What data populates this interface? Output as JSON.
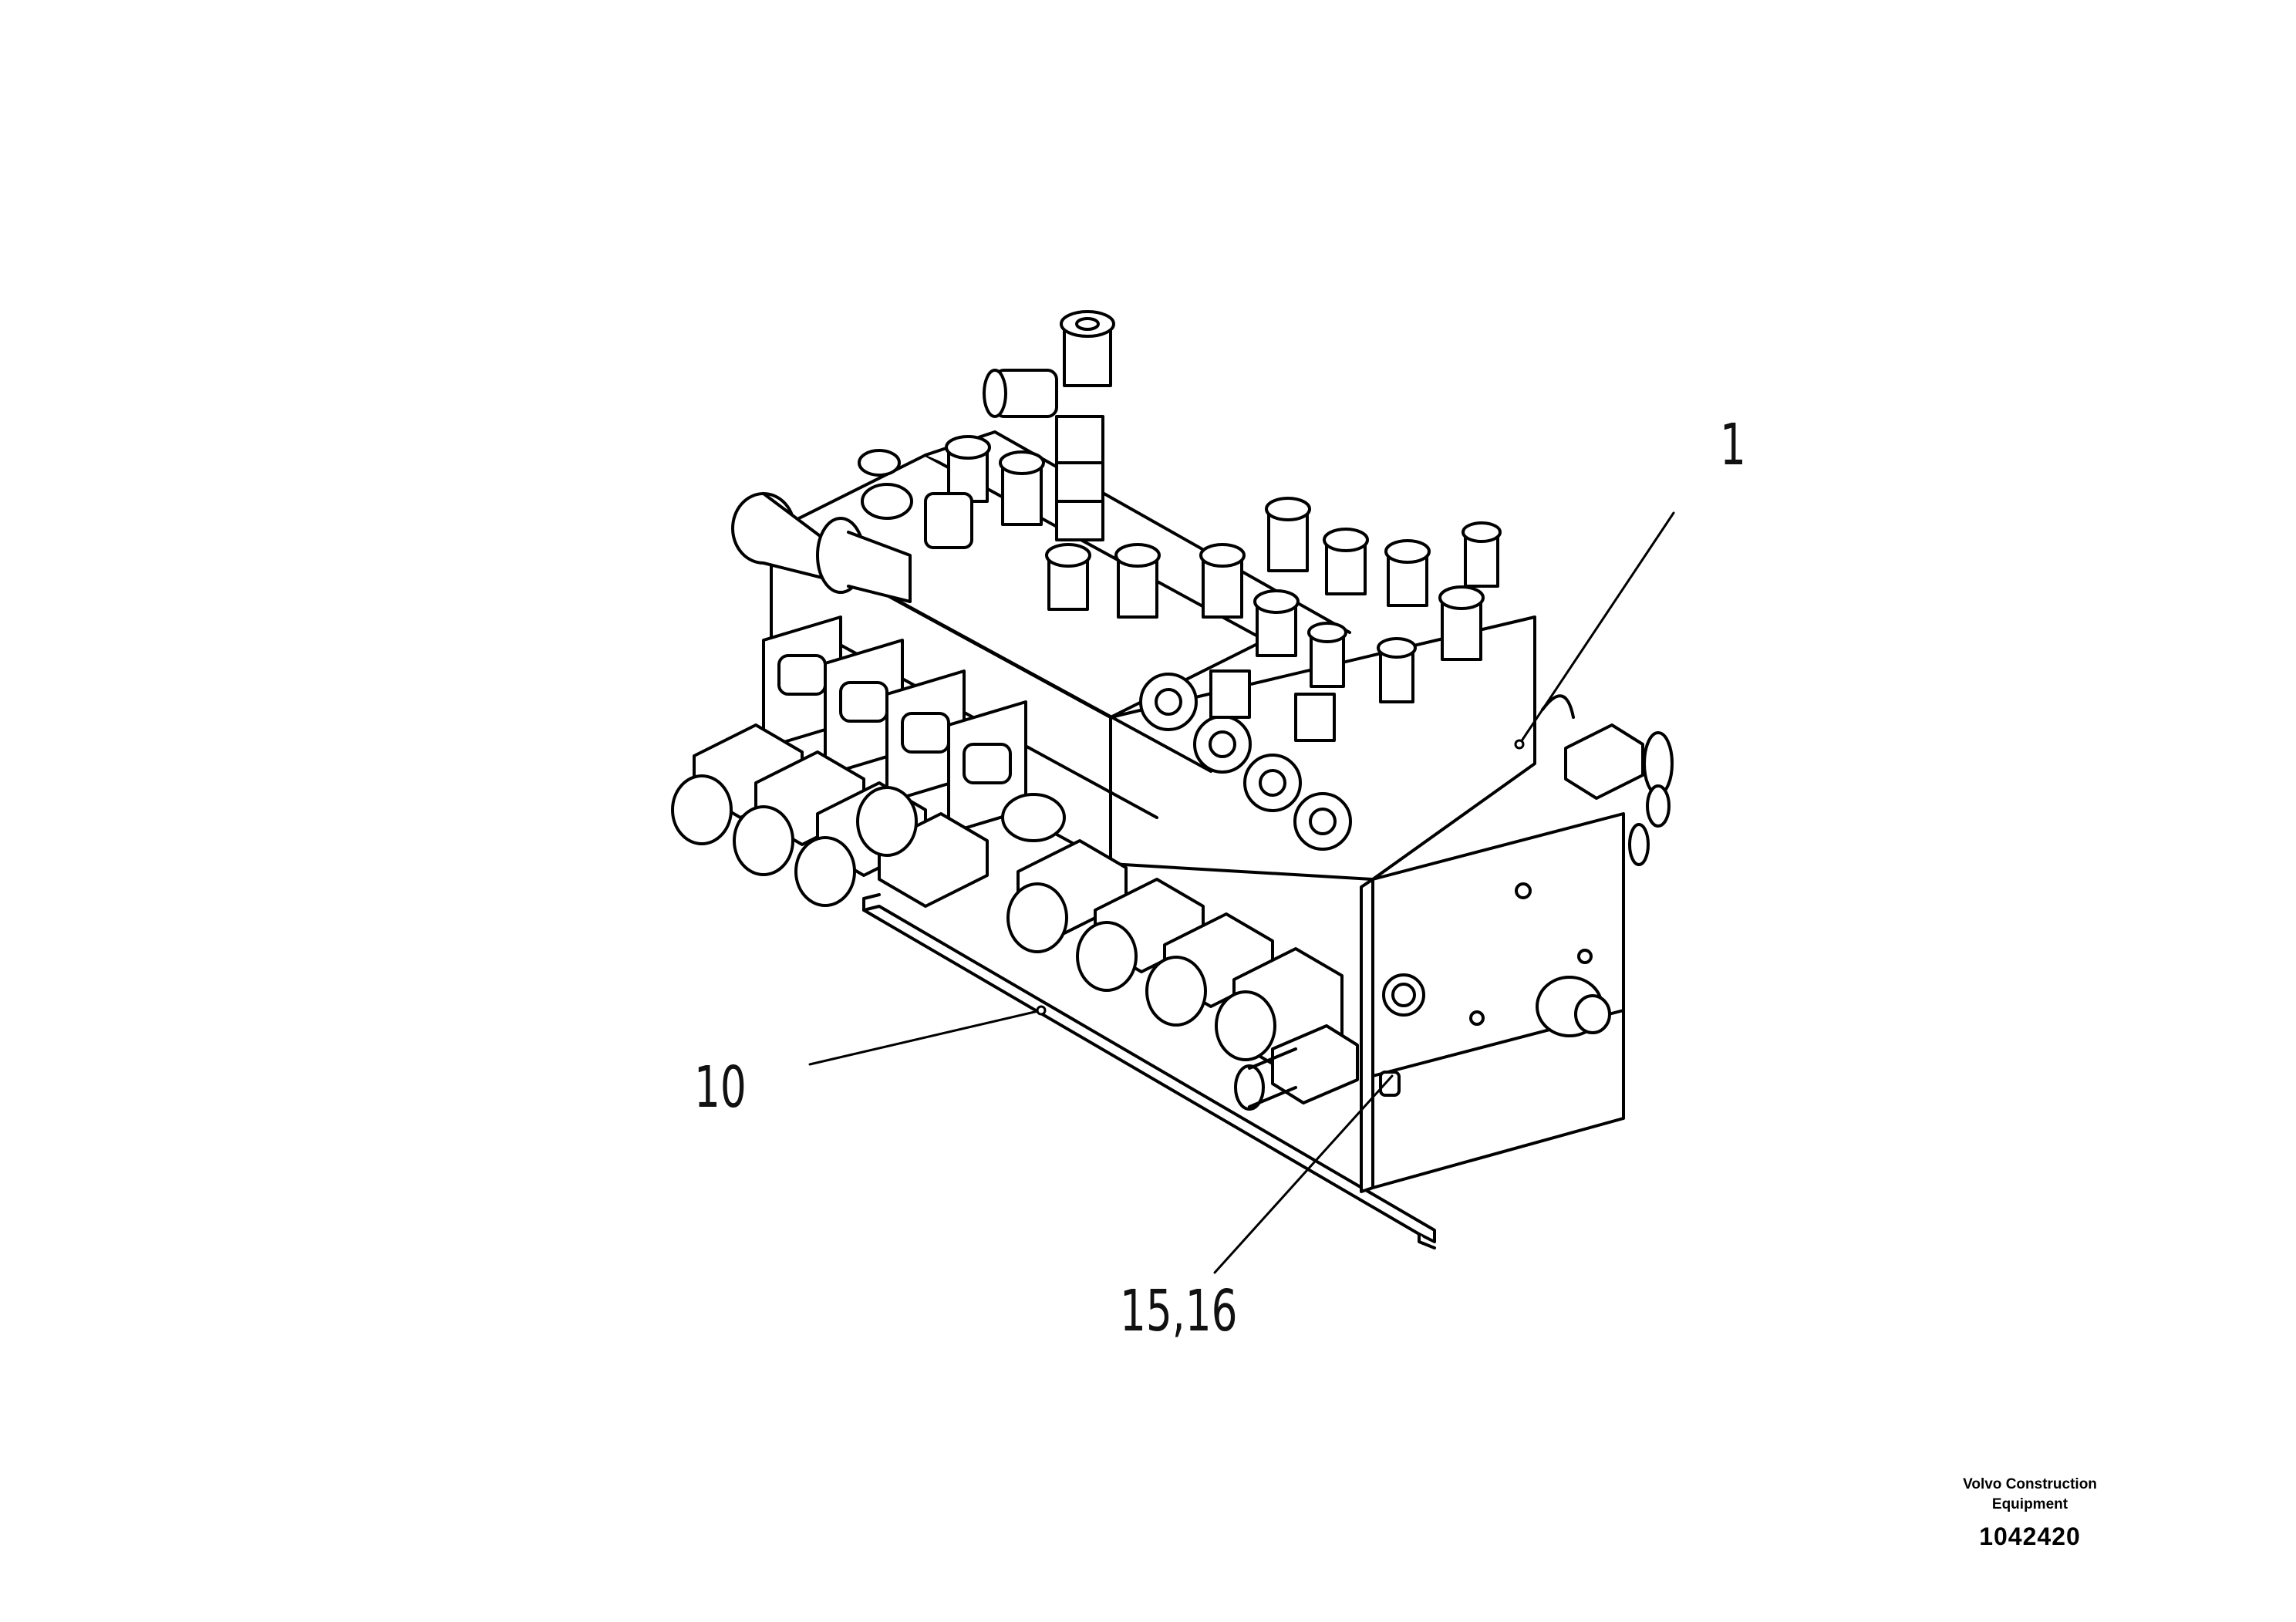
{
  "callouts": {
    "part_1": "1",
    "part_10": "10",
    "part_15_16": "15,16"
  },
  "footer": {
    "brand_line1": "Volvo Construction",
    "brand_line2": "Equipment",
    "drawing_number": "1042420"
  },
  "colors": {
    "line": "#000000",
    "background": "#ffffff"
  }
}
